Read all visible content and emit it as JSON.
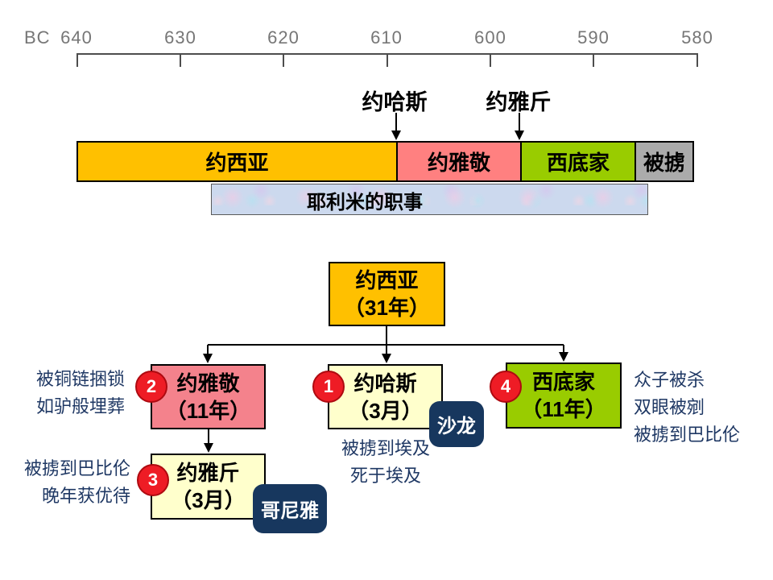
{
  "timeline": {
    "era_label": "BC",
    "ticks": [
      "640",
      "630",
      "620",
      "610",
      "600",
      "590",
      "580"
    ]
  },
  "top_callouts": [
    {
      "text": "约哈斯"
    },
    {
      "text": "约雅斤"
    }
  ],
  "reign_bar": {
    "segments": [
      {
        "label": "约西亚",
        "color": "#FFC000"
      },
      {
        "label": "约雅敬",
        "color": "#FF8080"
      },
      {
        "label": "西底家",
        "color": "#99CC00"
      },
      {
        "label": "被掳",
        "color": "#ABABAB"
      }
    ]
  },
  "ministry_bar": {
    "label": "耶利米的职事"
  },
  "tree": {
    "root": {
      "name": "约西亚",
      "duration": "（31年）",
      "color": "#FFC000"
    },
    "children": [
      {
        "order": "2",
        "name": "约雅敬",
        "duration": "（11年）",
        "color": "#F4828C"
      },
      {
        "order": "1",
        "name": "约哈斯",
        "duration": "（3月）",
        "color": "#FFFFCC"
      },
      {
        "order": "4",
        "name": "西底家",
        "duration": "（11年）",
        "color": "#99CC00"
      },
      {
        "order": "3",
        "name": "约雅斤",
        "duration": "（3月）",
        "color": "#FFFFCC"
      }
    ],
    "alt_names": [
      {
        "text": "沙龙"
      },
      {
        "text": "哥尼雅"
      }
    ]
  },
  "annotations": {
    "jehoiakim": {
      "line1": "被铜链捆锁",
      "line2": "如驴般埋葬"
    },
    "jehoiachin": {
      "line1": "被掳到巴比伦",
      "line2": "晚年获优待"
    },
    "jehoahaz": {
      "line1": "被掳到埃及",
      "line2": "死于埃及"
    },
    "zedekiah": {
      "line1": "众子被杀",
      "line2": "双眼被剜",
      "line3": "被掳到巴比伦"
    }
  },
  "colors": {
    "gold": "#FFC000",
    "salmon_bar": "#FF8080",
    "pink_box": "#F4828C",
    "green": "#99CC00",
    "gray": "#ABABAB",
    "light_yellow": "#FFFFCC",
    "navy_box": "#17375E",
    "badge_red": "#EE1C25",
    "note_blue": "#1F3864",
    "timeline_gray": "#767676"
  }
}
